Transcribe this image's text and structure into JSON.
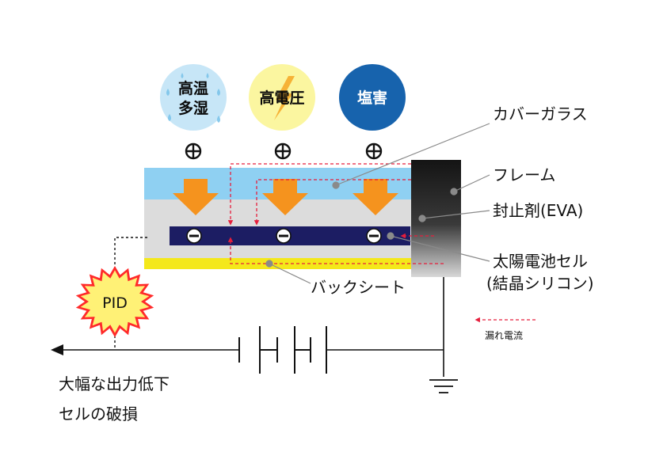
{
  "factors": [
    {
      "lines": [
        "高温",
        "多湿"
      ],
      "fill": "#c7e6f7",
      "text_color": "#0a0a0a",
      "icon": "water-drop-icon"
    },
    {
      "lines": [
        "高電圧"
      ],
      "fill": "#fbf6a0",
      "text_color": "#0a0a0a",
      "icon": "lightning-bolt-icon"
    },
    {
      "lines": [
        "塩害"
      ],
      "fill": "#1763ad",
      "text_color": "#ffffff",
      "icon": ""
    }
  ],
  "labels": {
    "cover_glass": "カバーガラス",
    "frame": "フレーム",
    "eva": "封止剤(EVA)",
    "cell_line1": "太陽電池セル",
    "cell_line2": "(結晶シリコン)",
    "backsheet": "バックシート",
    "leak_current": "漏れ電流",
    "pid": "PID",
    "result_line1": "大幅な出力低下",
    "result_line2": "セルの破損"
  },
  "colors": {
    "glass": "#8fd0f2",
    "eva": "#dcdcdc",
    "cell": "#1c1d63",
    "backsheet": "#f4e81a",
    "arrow": "#f5931e",
    "leak": "#e61e3c",
    "pid_burst": "#ff2a2a",
    "pid_core": "#fff176"
  }
}
